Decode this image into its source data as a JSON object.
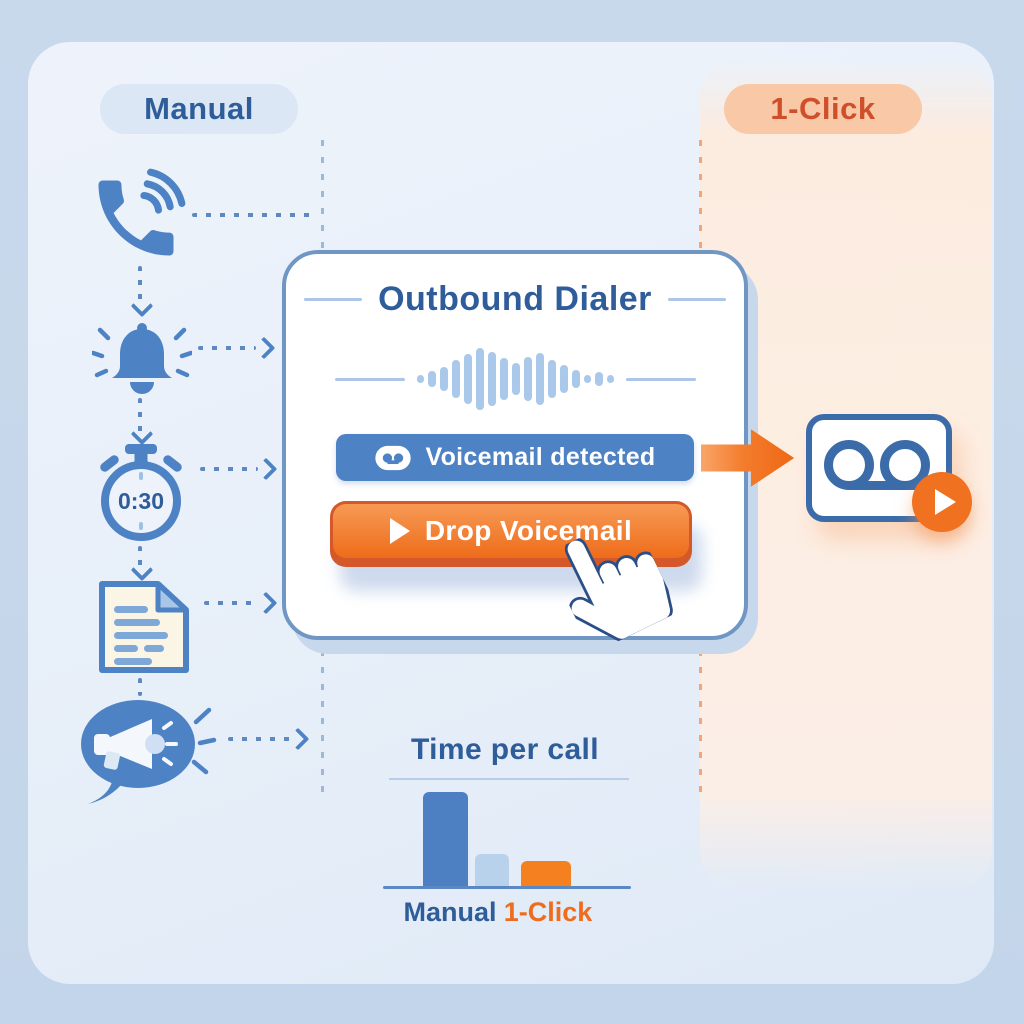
{
  "header": {
    "manual_badge": "Manual",
    "one_click_badge": "1-Click"
  },
  "left_flow": {
    "steps": [
      {
        "icon": "phone-icon"
      },
      {
        "icon": "bell-icon"
      },
      {
        "icon": "stopwatch-icon",
        "timer_value": "0:30"
      },
      {
        "icon": "document-icon"
      },
      {
        "icon": "megaphone-icon"
      }
    ]
  },
  "dialer_card": {
    "title": "Outbound Dialer",
    "status_banner": {
      "icon": "voicemail-icon",
      "label": "Voicemail detected"
    },
    "drop_button": {
      "icon": "play-icon",
      "label": "Drop Voicemail"
    },
    "waveform_heights": [
      8,
      16,
      24,
      38,
      50,
      62,
      54,
      42,
      32,
      44,
      52,
      38,
      28,
      18,
      8,
      14,
      8
    ]
  },
  "one_click_result": {
    "icon": "voicemail-cassette-icon",
    "play_icon": "play-icon"
  },
  "chart_data": {
    "type": "bar",
    "title": "Time per call",
    "categories": [
      "Manual",
      "",
      "1-Click"
    ],
    "values": [
      100,
      36,
      29
    ],
    "unit": "relative time (Manual = 100)",
    "bar_colors": [
      "#4d80c3",
      "#b9d2ec",
      "#f4801f"
    ],
    "xlabel": "",
    "ylabel": "",
    "ylim": [
      0,
      100
    ],
    "legend": "none",
    "grid": false
  },
  "colors": {
    "outer_bg": "#c9d9ec",
    "panel_bg": "#e7eff9",
    "peach": "#f9c8a7",
    "accent_blue": "#4d82c4",
    "deep_blue": "#2e5d9a",
    "light_blue": "#a9c8ea",
    "accent_orange": "#f0711f",
    "orange_text": "#cf4f2b",
    "button_rim": "#d4582a"
  }
}
